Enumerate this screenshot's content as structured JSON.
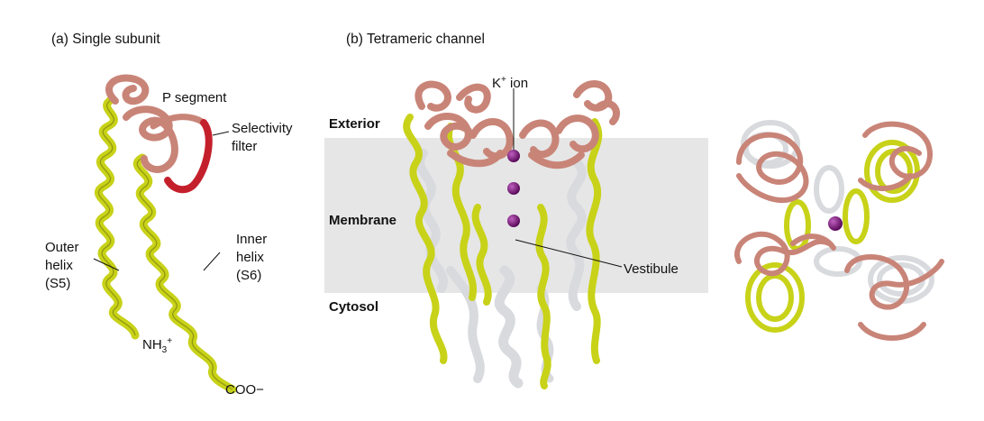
{
  "panel_a": {
    "title": "(a) Single subunit",
    "labels": {
      "p_segment": "P segment",
      "selectivity_1": "Selectivity",
      "selectivity_2": "filter",
      "outer_1": "Outer",
      "outer_2": "helix",
      "outer_3": "(S5)",
      "inner_1": "Inner",
      "inner_2": "helix",
      "inner_3": "(S6)",
      "nh3_base": "NH",
      "nh3_sub": "3",
      "nh3_sup": "+",
      "coo": "COO−"
    }
  },
  "panel_b": {
    "title": "(b) Tetrameric channel",
    "labels": {
      "k_base": "K",
      "k_sup": "+",
      "k_rest": " ion",
      "exterior": "Exterior",
      "membrane": "Membrane",
      "cytosol": "Cytosol",
      "vestibule": "Vestibule"
    }
  },
  "colors": {
    "helix_yellow": "#c8d218",
    "helix_yellow_dark": "#8e9410",
    "loop_pink": "#c98478",
    "loop_pink_dark": "#8e5046",
    "filter_red": "#c4202c",
    "helix_gray": "#d8dade",
    "helix_gray_dark": "#9a9ca2",
    "ion_purple": "#7a1a7a",
    "membrane_band": "#e6e6e6"
  }
}
